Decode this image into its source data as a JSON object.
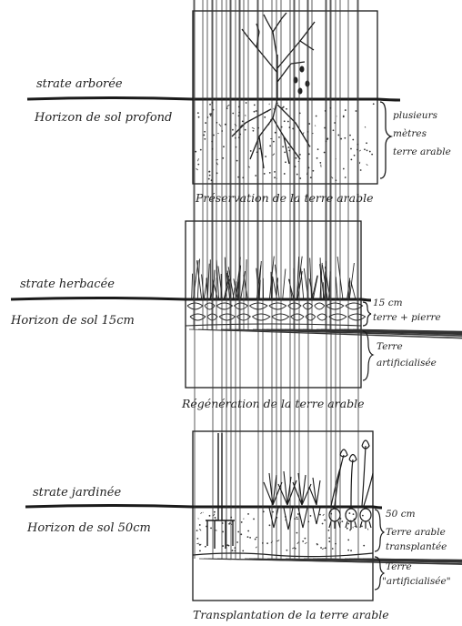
{
  "panels": [
    {
      "strate": "strate arborée",
      "horizon": "Horizon de sol profond",
      "side_note": [
        "plusieurs",
        "mètres",
        "terre arable"
      ],
      "caption": "Préservation de la terre arable"
    },
    {
      "strate": "strate herbacée",
      "horizon": "Horizon de sol 15cm",
      "side_note_top": [
        "15 cm",
        "terre + pierre"
      ],
      "side_note_bottom": [
        "Terre",
        "artificialisée"
      ],
      "caption": "Régénération de la terre arable"
    },
    {
      "strate": "strate jardinée",
      "horizon": "Horizon de sol 50cm",
      "side_note_top": [
        "50 cm",
        "Terre arable",
        "transplantée"
      ],
      "side_note_bottom": [
        "Terre",
        "\"artificialisée\""
      ],
      "caption": "Transplantation de la terre arable"
    }
  ]
}
